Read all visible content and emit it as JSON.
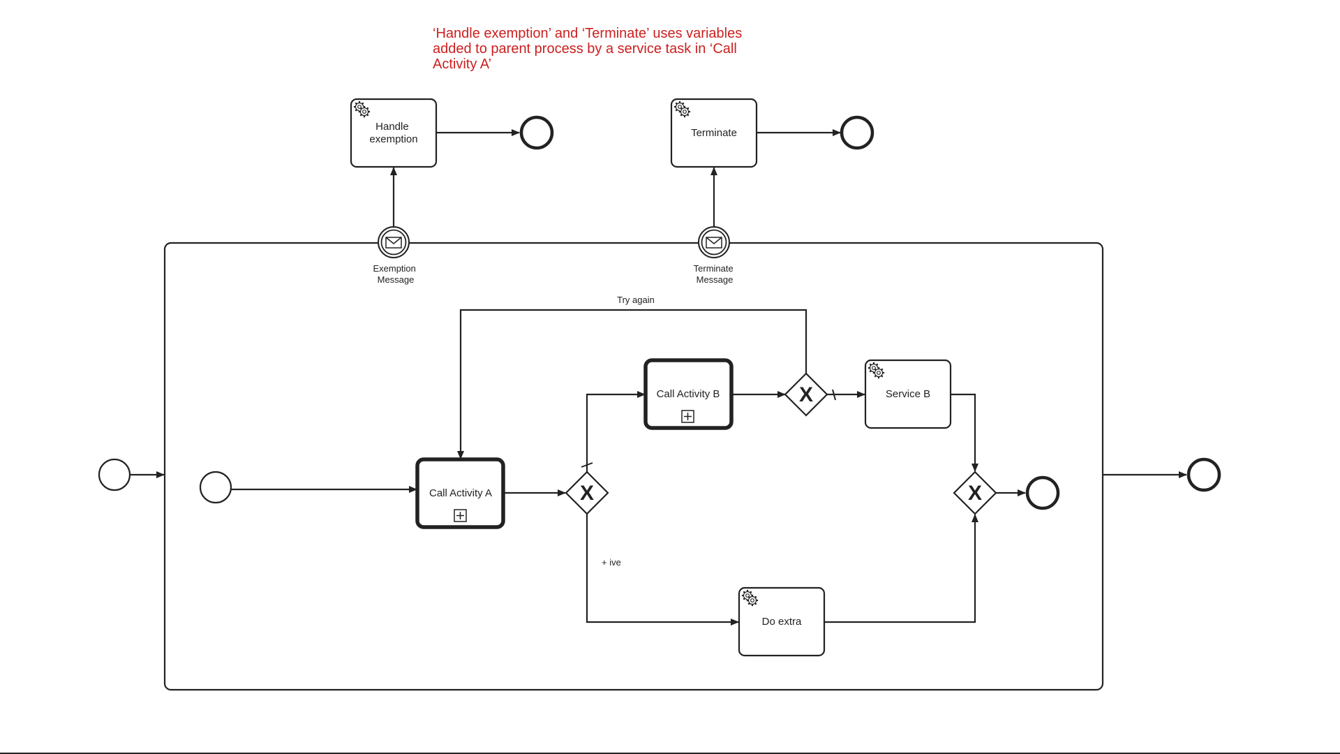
{
  "annotation": {
    "lines": [
      "‘Handle exemption’ and ‘Terminate’ uses variables",
      "added to parent process by a service task in ‘Call",
      "Activity A’"
    ]
  },
  "tasks": {
    "handle_exemption": {
      "lines": [
        "Handle",
        "exemption"
      ],
      "icon": "gear-icon"
    },
    "terminate": {
      "lines": [
        "Terminate"
      ],
      "icon": "gear-icon"
    },
    "call_activity_a": {
      "lines": [
        "Call Activity A"
      ],
      "icon": "subprocess-marker-icon"
    },
    "call_activity_b": {
      "lines": [
        "Call Activity B"
      ],
      "icon": "subprocess-marker-icon"
    },
    "service_b": {
      "lines": [
        "Service B"
      ],
      "icon": "gear-icon"
    },
    "do_extra": {
      "lines": [
        "Do extra"
      ],
      "icon": "gear-icon"
    }
  },
  "events": {
    "exemption_message": {
      "lines": [
        "Exemption",
        "Message"
      ],
      "icon": "envelope-icon"
    },
    "terminate_message": {
      "lines": [
        "Terminate",
        "Message"
      ],
      "icon": "envelope-icon"
    }
  },
  "flows": {
    "try_again": "Try again",
    "positive": "+ ive"
  },
  "gateways": {
    "marker": "X"
  },
  "colors": {
    "stroke": "#222222",
    "annotation": "#cc1f1f",
    "background": "#ffffff"
  }
}
